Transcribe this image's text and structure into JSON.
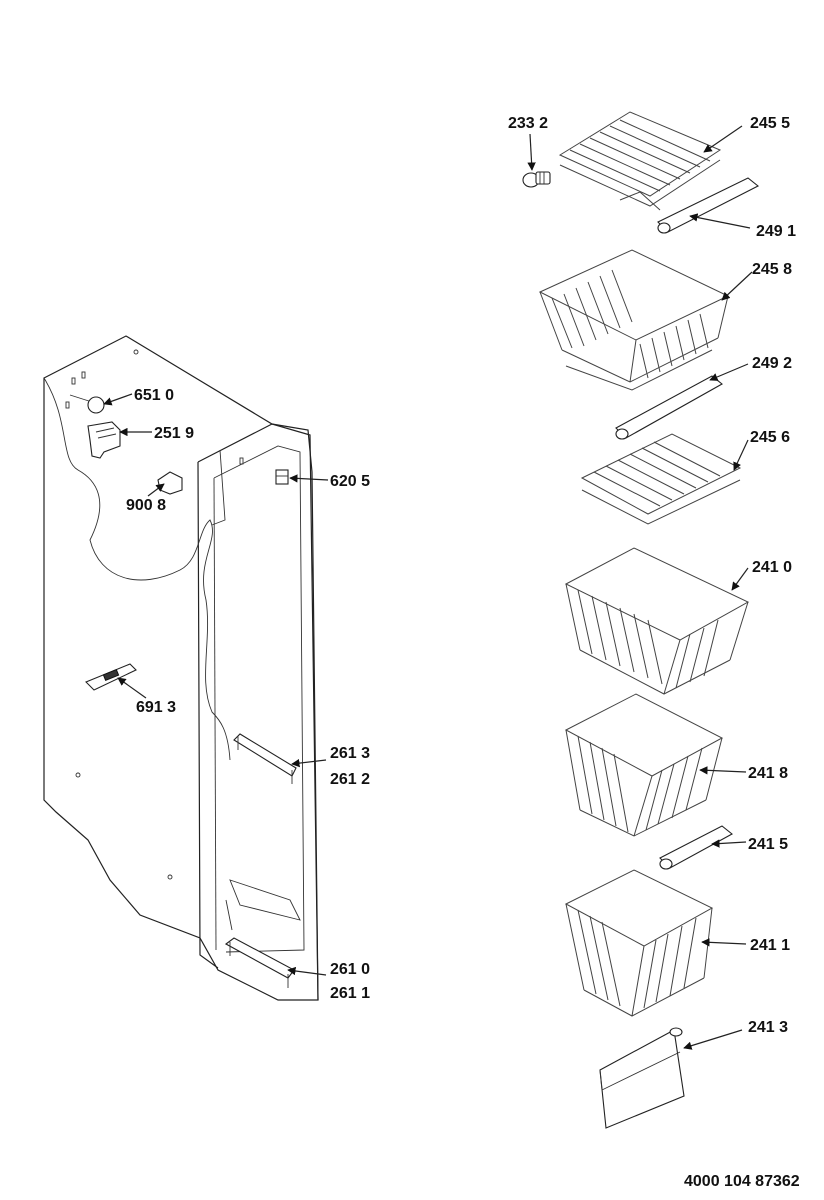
{
  "document_number": "4000 104 87362",
  "callouts": {
    "c2332": "233 2",
    "c2455": "245 5",
    "c2491": "249 1",
    "c2458": "245 8",
    "c2492": "249 2",
    "c2456": "245 6",
    "c2410": "241 0",
    "c2418": "241 8",
    "c2415": "241 5",
    "c2411": "241 1",
    "c2413": "241 3",
    "c6510": "651 0",
    "c2519": "251 9",
    "c9008": "900 8",
    "c6205": "620 5",
    "c6913": "691 3",
    "c2613": "261 3",
    "c2612": "261 2",
    "c2610": "261 0",
    "c2611": "261 1"
  }
}
